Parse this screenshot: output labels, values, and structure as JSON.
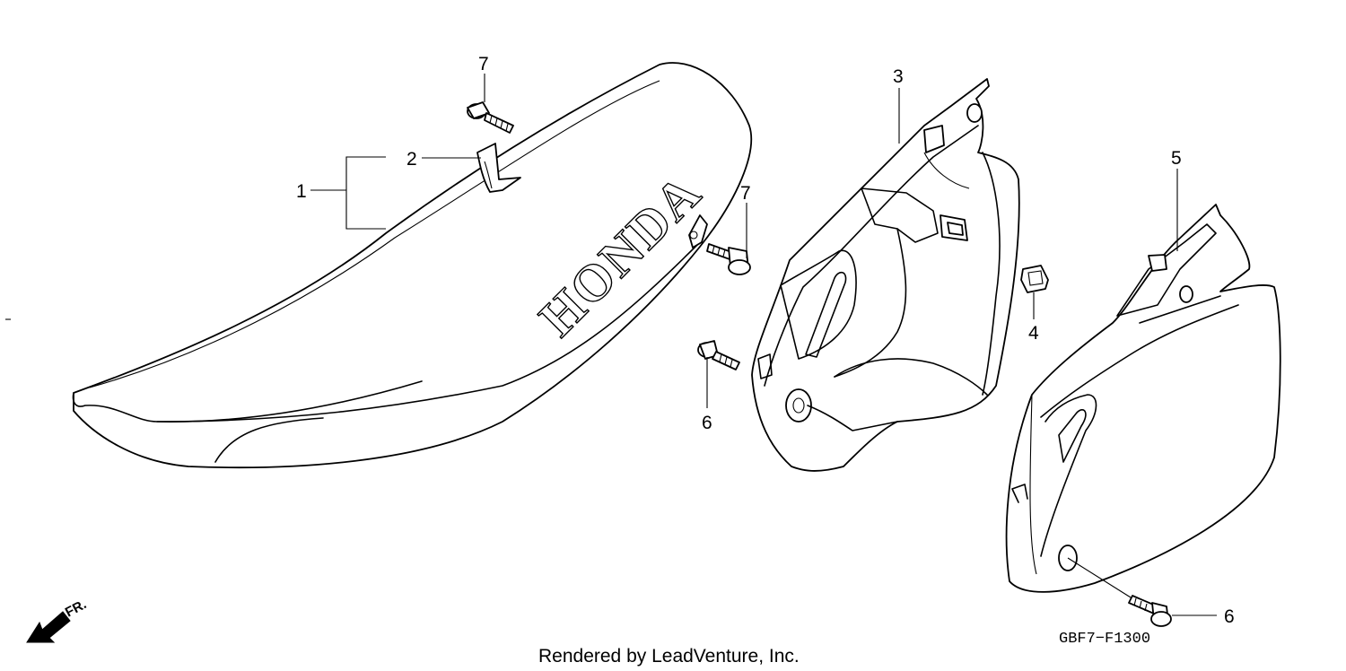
{
  "diagram": {
    "callouts": {
      "c1": "1",
      "c2": "2",
      "c3": "3",
      "c4": "4",
      "c5": "5",
      "c6a": "6",
      "c6b": "6",
      "c7a": "7",
      "c7b": "7"
    },
    "seat_brand": "HONDA",
    "direction_label": "FR.",
    "diagram_code": "GBF7−F1300",
    "credit": "Rendered by LeadVenture, Inc."
  }
}
